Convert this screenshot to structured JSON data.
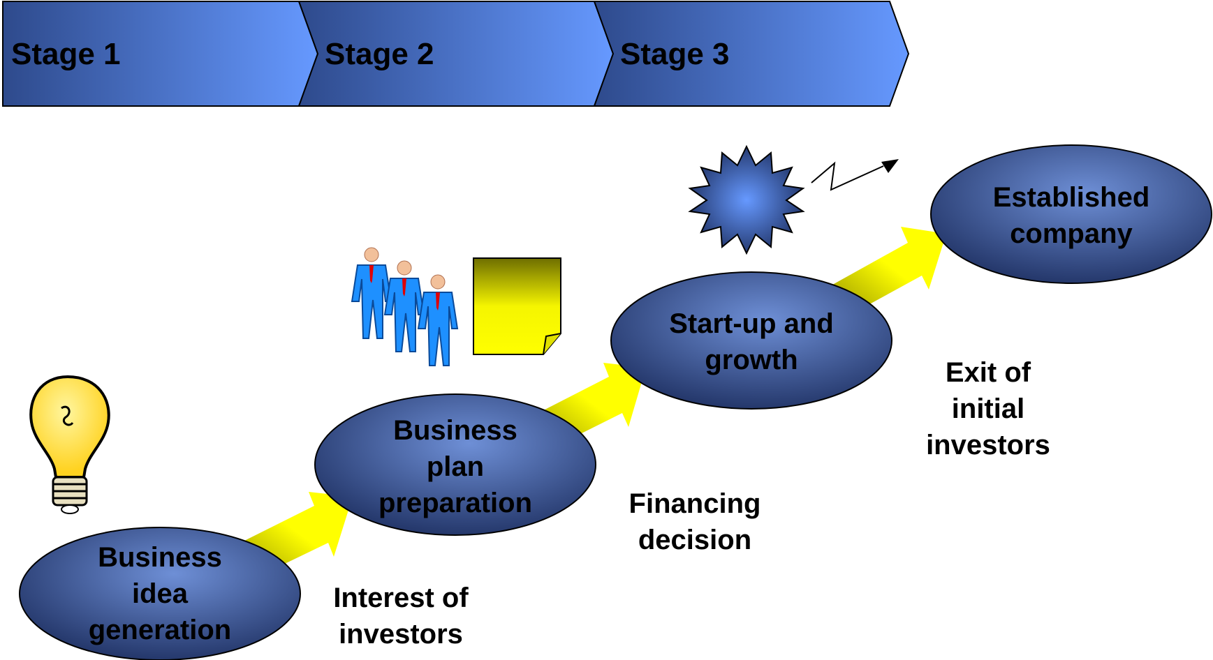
{
  "stages": [
    {
      "label": "Stage 1"
    },
    {
      "label": "Stage 2"
    },
    {
      "label": "Stage 3"
    }
  ],
  "steps": [
    {
      "lines": [
        "Business",
        "idea",
        "generation"
      ],
      "icon": "lightbulb-icon"
    },
    {
      "lines": [
        "Business",
        "plan",
        "preparation"
      ],
      "icon": "business-people-icon"
    },
    {
      "lines": [
        "Start-up and",
        "growth"
      ],
      "icon": "starburst-icon"
    },
    {
      "lines": [
        "Established",
        "company"
      ]
    }
  ],
  "milestones": [
    {
      "lines": [
        "Interest of",
        "investors"
      ]
    },
    {
      "lines": [
        "Financing",
        "decision"
      ]
    },
    {
      "lines": [
        "Exit of",
        "initial",
        "investors"
      ]
    }
  ],
  "icons": [
    "lightbulb-icon",
    "business-people-icon",
    "document-icon",
    "starburst-icon",
    "lightning-arrow-icon"
  ],
  "colors": {
    "chevron_dark": "#2E4A8C",
    "chevron_light": "#6699FF",
    "ellipse_dark": "#1F3163",
    "ellipse_light": "#6E8FD6",
    "arrow_yellow": "#FFFF00",
    "arrow_olive": "#8C8A00",
    "bulb": "#FFE135",
    "person_suit": "#1E90FF",
    "tie": "#E00000",
    "document": "#F0F000"
  }
}
